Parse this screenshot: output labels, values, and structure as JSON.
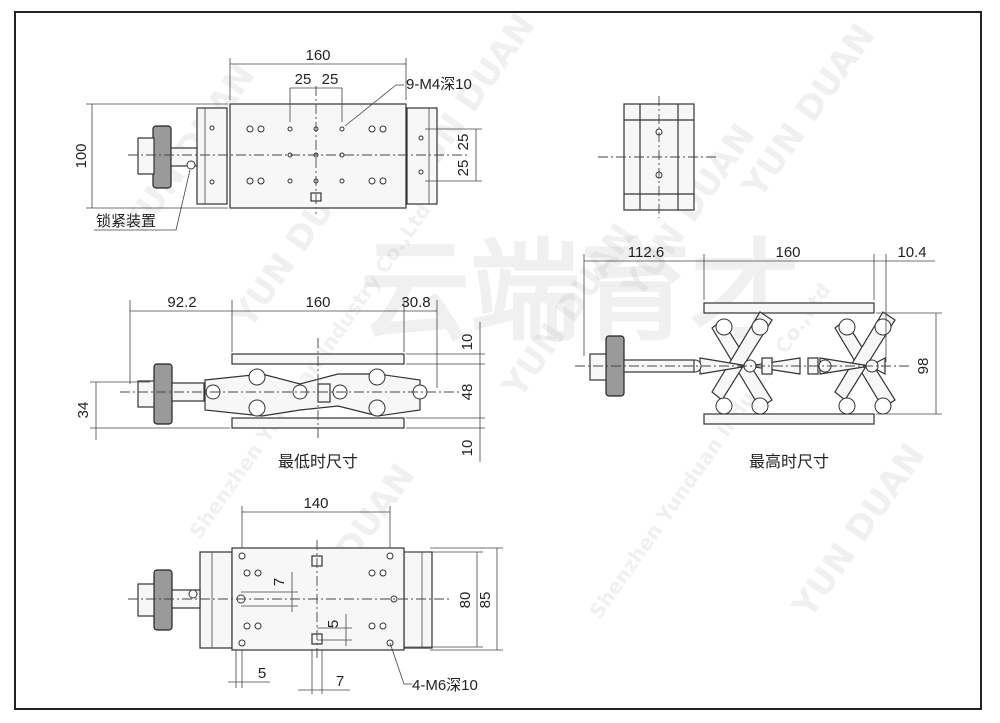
{
  "dimensions": {
    "top_view": {
      "width_160": "160",
      "spacing_a": "25",
      "spacing_b": "25",
      "holes_label": "9-M4深10",
      "height_100": "100",
      "side_a": "25",
      "side_b": "25",
      "lock_label": "锁紧装置"
    },
    "low_view": {
      "left_92": "92.2",
      "mid_160": "160",
      "right_30": "30.8",
      "top_10": "10",
      "mid_48": "48",
      "bot_10": "10",
      "height_34": "34",
      "caption": "最低时尺寸"
    },
    "high_view": {
      "left_112": "112.6",
      "mid_160": "160",
      "right_10": "10.4",
      "height_98": "98",
      "caption": "最高时尺寸"
    },
    "bottom_view": {
      "width_140": "140",
      "v7": "7",
      "v5": "5",
      "h5": "5",
      "h7": "7",
      "h80": "80",
      "h85": "85",
      "holes_label": "4-M6深10"
    }
  },
  "watermark": {
    "text_a": "YUN DUAN",
    "text_b": "Shenzhen Yunduan Industry Co.,Ltd",
    "text_c": "云端育才"
  }
}
